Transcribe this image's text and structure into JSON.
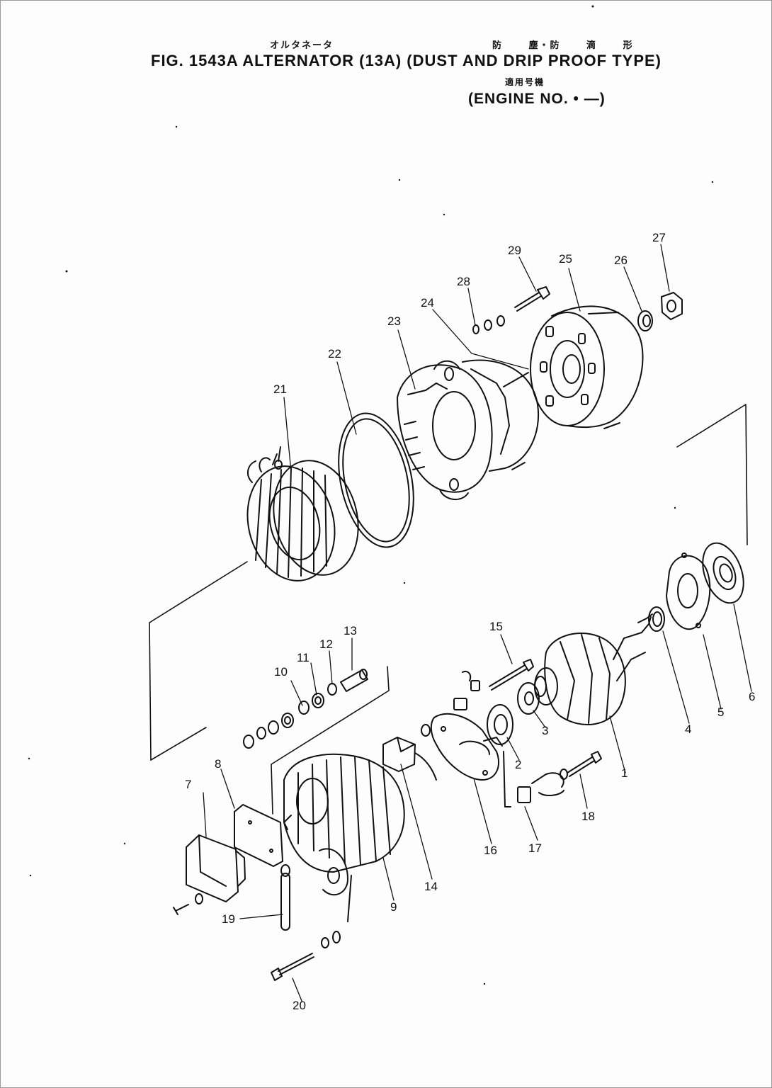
{
  "header": {
    "japanese_title": "オルタネータ",
    "japanese_spec": "防 塵・防 滴 形",
    "title": "FIG. 1543A  ALTERNATOR (13A) (DUST AND DRIP PROOF TYPE)",
    "japanese_applicable": "適用号機",
    "engine_no": "(ENGINE NO.   •   —)"
  },
  "parts": [
    {
      "no": "1"
    },
    {
      "no": "2"
    },
    {
      "no": "3"
    },
    {
      "no": "4"
    },
    {
      "no": "5"
    },
    {
      "no": "6"
    },
    {
      "no": "7"
    },
    {
      "no": "8"
    },
    {
      "no": "9"
    },
    {
      "no": "10"
    },
    {
      "no": "11"
    },
    {
      "no": "12"
    },
    {
      "no": "13"
    },
    {
      "no": "14"
    },
    {
      "no": "15"
    },
    {
      "no": "16"
    },
    {
      "no": "17"
    },
    {
      "no": "18"
    },
    {
      "no": "19"
    },
    {
      "no": "20"
    },
    {
      "no": "21"
    },
    {
      "no": "22"
    },
    {
      "no": "23"
    },
    {
      "no": "24"
    },
    {
      "no": "25"
    },
    {
      "no": "26"
    },
    {
      "no": "27"
    },
    {
      "no": "28"
    },
    {
      "no": "29"
    }
  ]
}
